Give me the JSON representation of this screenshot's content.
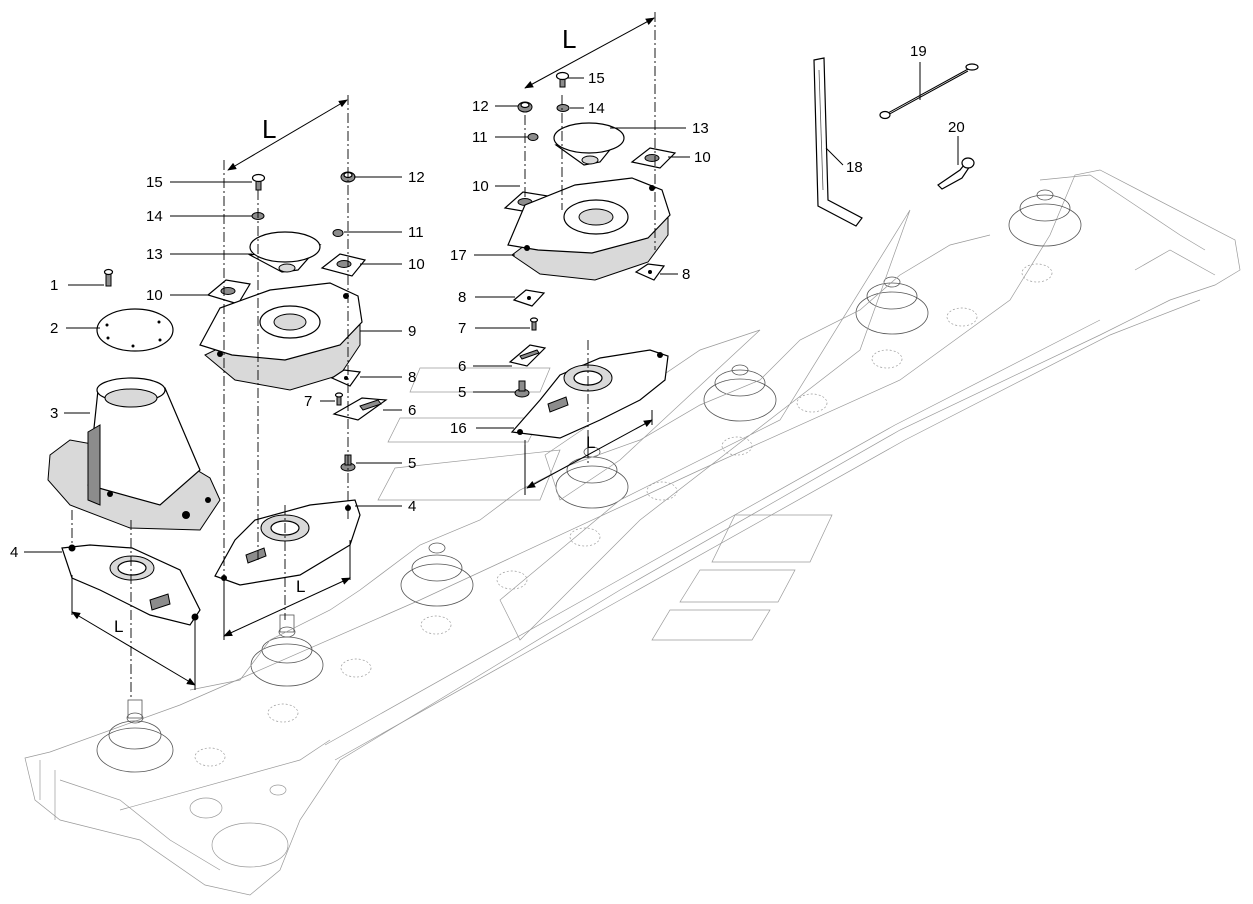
{
  "diagram": {
    "part_numbers": [
      "1",
      "2",
      "3",
      "4",
      "5",
      "6",
      "7",
      "8",
      "9",
      "10",
      "11",
      "12",
      "13",
      "14",
      "15",
      "16",
      "17",
      "18",
      "19",
      "20"
    ],
    "dimension_label": "L"
  }
}
